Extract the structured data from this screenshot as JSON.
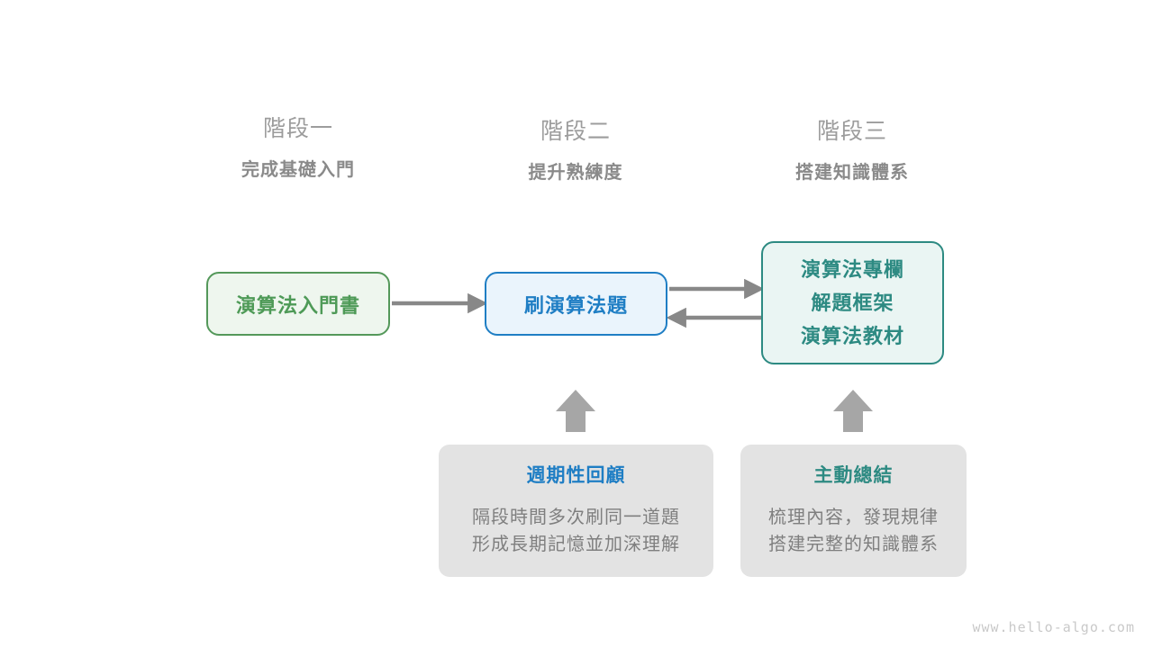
{
  "page": {
    "background": "#ffffff",
    "watermark": "www.hello-algo.com"
  },
  "colors": {
    "stage_title": "#9c9c9c",
    "stage_subtitle": "#8a8a8a",
    "green": "#4e9a57",
    "green_border": "#54985a",
    "green_fill": "#eef6ee",
    "blue": "#1f7ec4",
    "blue_border": "#1f7ec4",
    "blue_fill": "#eaf4fc",
    "teal": "#2d8a82",
    "teal_border": "#2d8a82",
    "teal_fill": "#eaf5f3",
    "arrow": "#888888",
    "card_fill": "#e3e3e3",
    "card_body_text": "#7f7f7f"
  },
  "stages": [
    {
      "title": "階段一",
      "subtitle": "完成基礎入門"
    },
    {
      "title": "階段二",
      "subtitle": "提升熟練度"
    },
    {
      "title": "階段三",
      "subtitle": "搭建知識體系"
    }
  ],
  "boxes": {
    "book": {
      "label": "演算法入門書"
    },
    "practice": {
      "label": "刷演算法題"
    },
    "resources": {
      "lines": [
        "演算法專欄",
        "解題框架",
        "演算法教材"
      ]
    }
  },
  "notes": [
    {
      "title": "週期性回顧",
      "body_lines": [
        "隔段時間多次刷同一道題",
        "形成長期記憶並加深理解"
      ]
    },
    {
      "title": "主動總結",
      "body_lines": [
        "梳理內容，發現規律",
        "搭建完整的知識體系"
      ]
    }
  ],
  "arrows": [
    {
      "name": "book-to-practice",
      "direction": "right"
    },
    {
      "name": "practice-to-resources",
      "direction": "right"
    },
    {
      "name": "resources-to-practice",
      "direction": "left"
    },
    {
      "name": "review-to-practice",
      "direction": "up"
    },
    {
      "name": "summary-to-resources",
      "direction": "up"
    }
  ]
}
